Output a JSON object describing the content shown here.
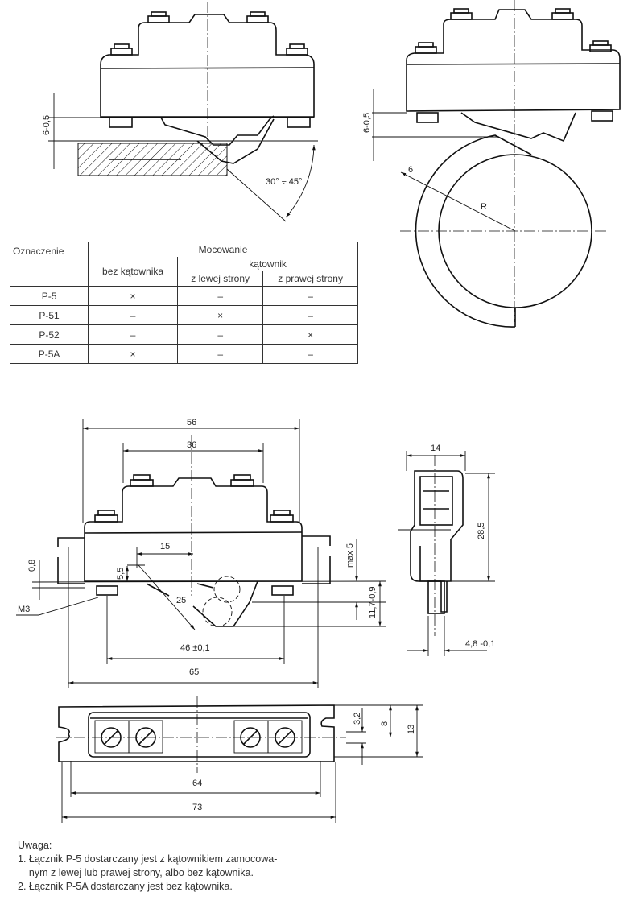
{
  "top_left_view": {
    "gap_dim": "6-0,5",
    "angle_label": "30° ÷ 45°"
  },
  "top_right_view": {
    "gap_dim": "6-0,5",
    "thickness_dim": "6",
    "radius_label": "R"
  },
  "table": {
    "header_designation": "Oznaczenie",
    "header_mounting": "Mocowanie",
    "header_no_bracket": "bez kątownika",
    "header_bracket": "kątownik",
    "header_left": "z lewej strony",
    "header_right": "z prawej strony",
    "rows": [
      {
        "name": "P-5",
        "no_bracket": "×",
        "left": "–",
        "right": "–"
      },
      {
        "name": "P-51",
        "no_bracket": "–",
        "left": "×",
        "right": "–"
      },
      {
        "name": "P-52",
        "no_bracket": "–",
        "left": "–",
        "right": "×"
      },
      {
        "name": "P-5A",
        "no_bracket": "×",
        "left": "–",
        "right": "–"
      }
    ]
  },
  "front_view": {
    "dim_56": "56",
    "dim_36": "36",
    "dim_15": "15",
    "dim_5_5": "5,5",
    "dim_0_8": "0,8",
    "thread": "M3",
    "dim_25": "25",
    "dim_46": "46 ±0,1",
    "dim_65": "65",
    "dim_max5": "max 5",
    "dim_11_7": "11,7-0,9"
  },
  "side_view": {
    "dim_14": "14",
    "dim_28_5": "28,5",
    "dim_4_8": "4,8 -0,1"
  },
  "bottom_view": {
    "dim_3_2": "3,2",
    "dim_8": "8",
    "dim_13": "13",
    "dim_64": "64",
    "dim_73": "73"
  },
  "notes": {
    "title": "Uwaga:",
    "items": [
      "1. Łącznik P-5 dostarczany jest z kątownikiem zamocowa-",
      "    nym z lewej lub prawej strony, albo bez kątownika.",
      "2. Łącznik P-5A dostarczany jest bez kątownika."
    ]
  }
}
